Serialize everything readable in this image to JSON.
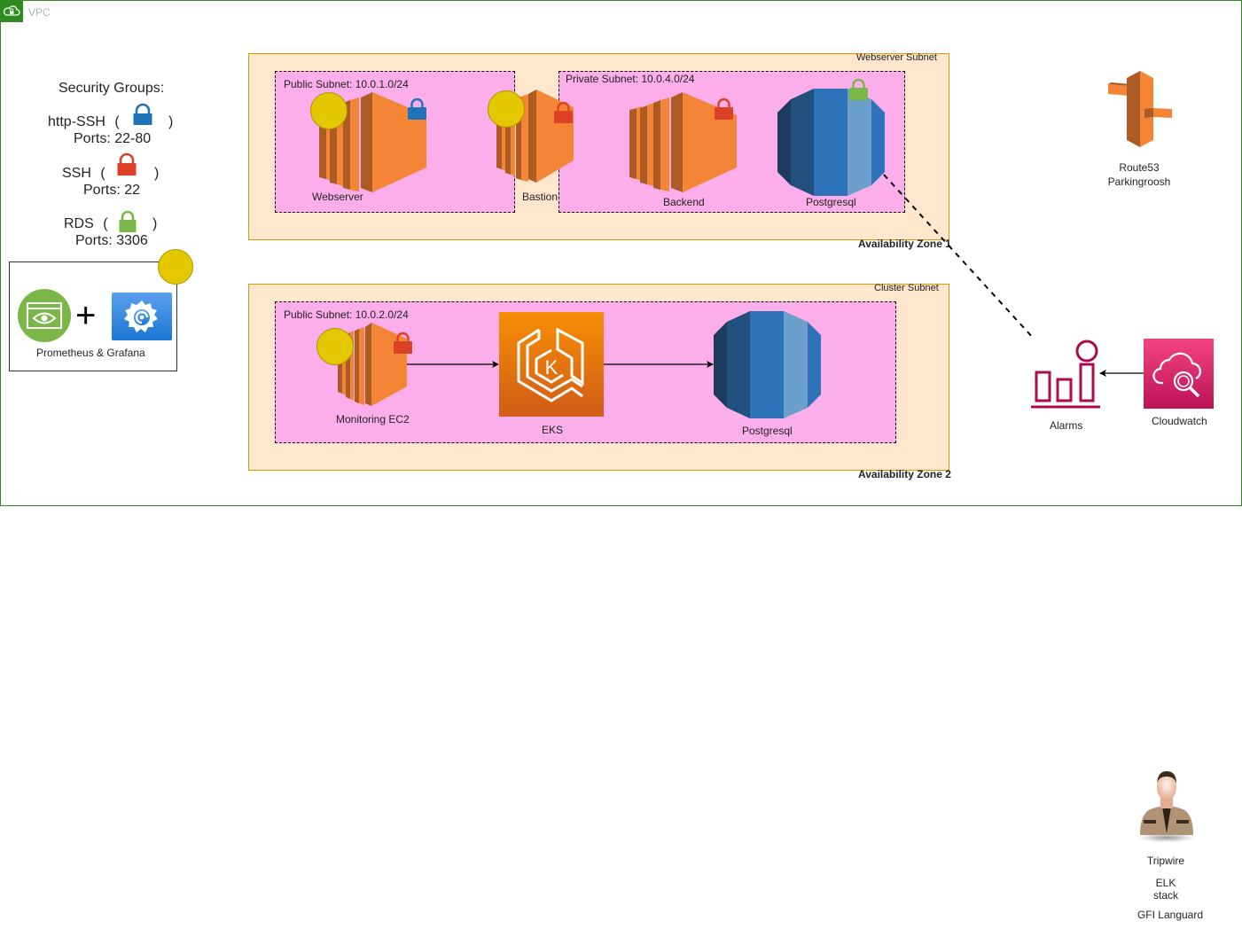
{
  "vpc": {
    "label": "VPC",
    "border_color": "#2e8b1e"
  },
  "security_groups": {
    "title": "Security Groups:",
    "items": [
      {
        "name": "http-SSH",
        "open": "(",
        "close": ")",
        "ports": "Ports: 22-80",
        "lock_color": "#1f73b7",
        "icon": "lock-icon"
      },
      {
        "name": "SSH",
        "open": "(",
        "close": ")",
        "ports": "Ports: 22",
        "lock_color": "#dc4128",
        "icon": "lock-icon"
      },
      {
        "name": "RDS",
        "open": "(",
        "close": ")",
        "ports": "Ports: 3306",
        "lock_color": "#7ab648",
        "icon": "lock-icon"
      }
    ]
  },
  "monitoring_box": {
    "label": "Prometheus & Grafana",
    "plus": "+"
  },
  "az1": {
    "zone_label": "Availability Zone 1",
    "subnet_group_label": "Webserver Subnet",
    "public_subnet": {
      "label": "Public Subnet: 10.0.1.0/24"
    },
    "private_subnet": {
      "label": "Private Subnet: 10.0.4.0/24"
    },
    "nodes": {
      "webserver": "Webserver",
      "bastion": "Bastion",
      "backend": "Backend",
      "postgresql": "Postgresql"
    }
  },
  "az2": {
    "zone_label": "Availability Zone 2",
    "subnet_group_label": "Cluster Subnet",
    "public_subnet": {
      "label": "Public Subnet: 10.0.2.0/24"
    },
    "nodes": {
      "monitoring_ec2": "Monitoring EC2",
      "eks": "EKS",
      "eks_glyph": "K",
      "postgresql": "Postgresql"
    }
  },
  "route53": {
    "line1": "Route53",
    "line2": "Parkingroosh"
  },
  "alarms": {
    "label": "Alarms"
  },
  "cloudwatch": {
    "label": "Cloudwatch"
  },
  "security_tools": {
    "tripwire": "Tripwire",
    "elk_line1": "ELK",
    "elk_line2": "stack",
    "gfi": "GFI Languard"
  },
  "colors": {
    "az_fill": "#ffe6cc",
    "az_border": "#d79b00",
    "subnet_fill": "#fbaeea",
    "ec2_orange": "#f58536",
    "ec2_dark": "#ad5b24",
    "rds_blue": "#2e73b8",
    "cloudwatch_pink": "#e7157b",
    "marker_yellow": "#e3c800"
  }
}
